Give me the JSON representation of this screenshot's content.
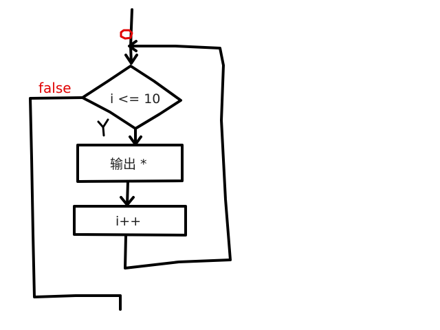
{
  "colors": {
    "stroke": "#000000",
    "accent": "#e00000",
    "text": "#222222"
  },
  "flowchart": {
    "condition": "i <= 10",
    "false_label": "false",
    "true_label": "Y",
    "output_step": "输出 *",
    "increment_step": "i++"
  }
}
